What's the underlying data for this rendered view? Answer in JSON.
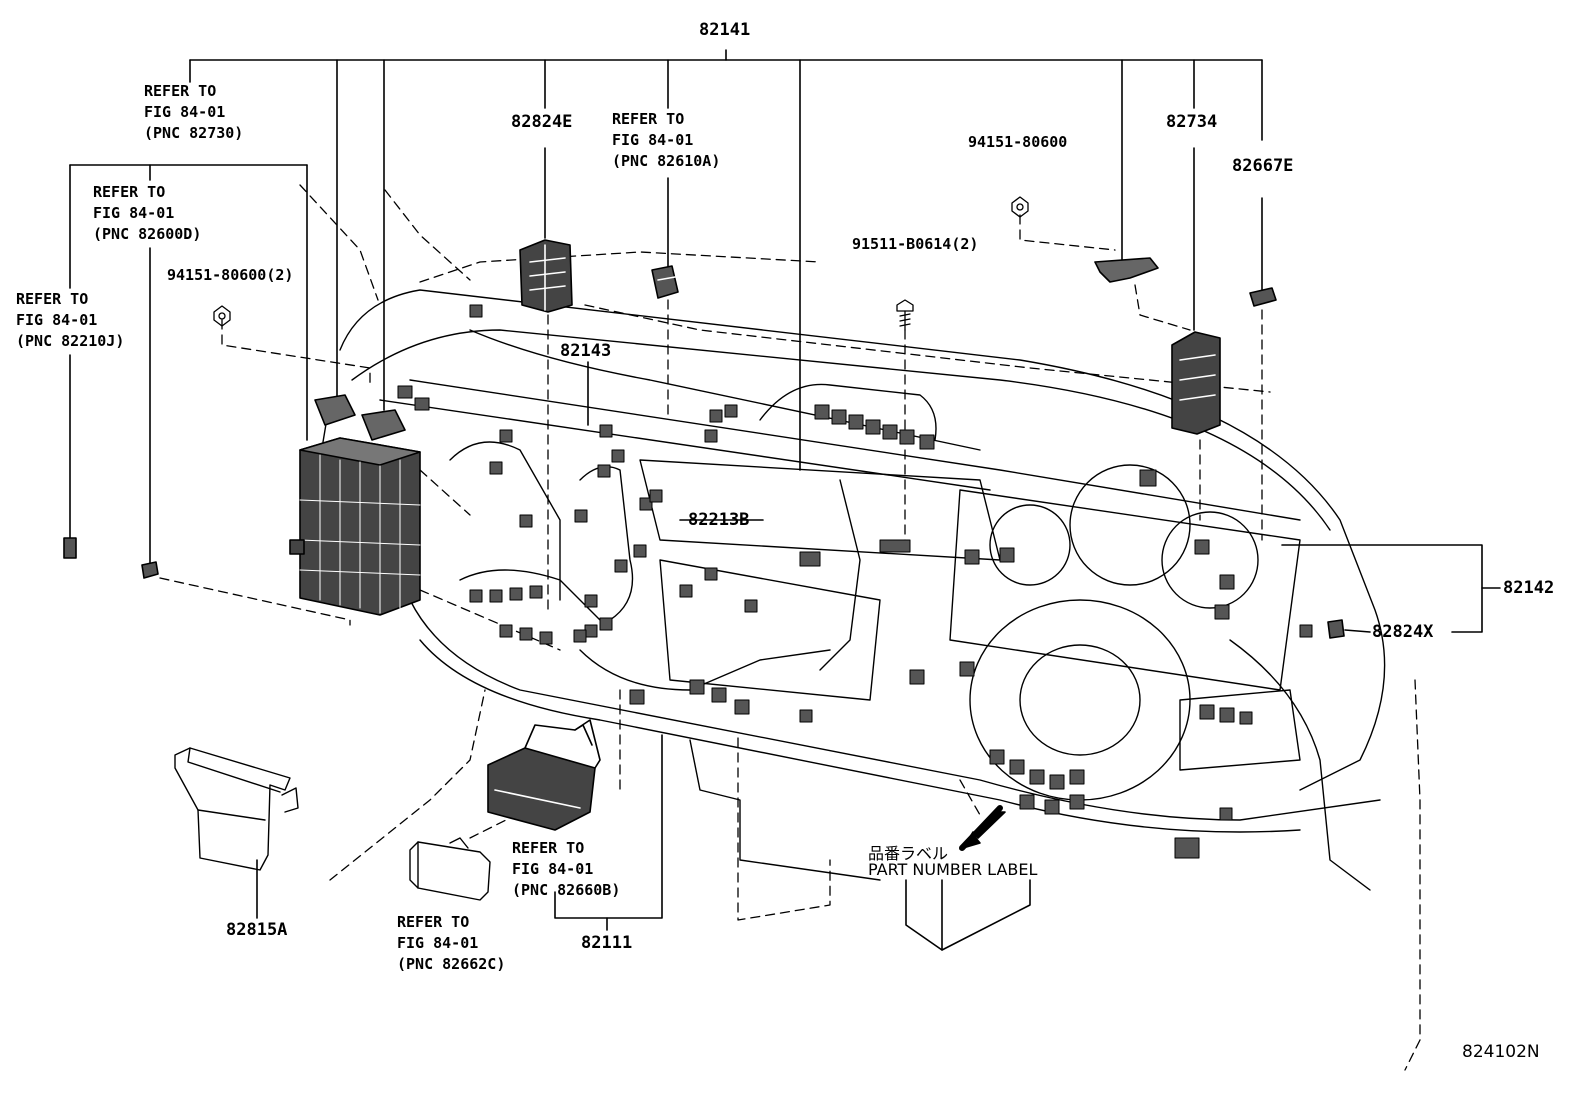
{
  "part_numbers": {
    "p82141": "82141",
    "p82824E": "82824E",
    "p82734": "82734",
    "p82667E": "82667E",
    "p82143": "82143",
    "p82213B": "82213B",
    "p82142": "82142",
    "p82824X": "82824X",
    "p82815A": "82815A",
    "p82111": "82111",
    "p94151_80600_2": "94151-80600(2)",
    "p94151_80600": "94151-80600",
    "p91511_B0614_2": "91511-B0614(2)"
  },
  "refers": {
    "r82730": [
      "REFER TO",
      "FIG 84-01",
      "(PNC 82730)"
    ],
    "r82600D": [
      "REFER TO",
      "FIG 84-01",
      "(PNC 82600D)"
    ],
    "r82210J": [
      "REFER TO",
      "FIG 84-01",
      "(PNC 82210J)"
    ],
    "r82610A": [
      "REFER TO",
      "FIG 84-01",
      "(PNC 82610A)"
    ],
    "r82660B": [
      "REFER TO",
      "FIG 84-01",
      "(PNC 82660B)"
    ],
    "r82662C": [
      "REFER TO",
      "FIG 84-01",
      "(PNC 82662C)"
    ]
  },
  "part_label": {
    "japanese": "品番ラベル",
    "english": "PART NUMBER LABEL"
  },
  "figure_code": "824102N"
}
